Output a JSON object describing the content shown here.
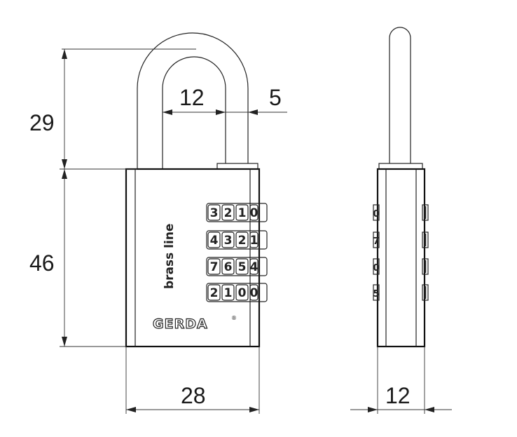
{
  "dimensions": {
    "shackle_height": "29",
    "body_height": "46",
    "body_width": "28",
    "shackle_inner_width": "12",
    "shackle_diameter": "5",
    "side_thickness": "12"
  },
  "lock": {
    "product_line": "brass line",
    "brand": "GERDA",
    "brand_mark": "®",
    "dial_rows": [
      [
        "3",
        "2",
        "1",
        "0"
      ],
      [
        "4",
        "3",
        "2",
        "1"
      ],
      [
        "7",
        "6",
        "5",
        "4"
      ],
      [
        "2",
        "1",
        "0",
        "0"
      ]
    ],
    "side_dial_digits": [
      "0",
      "7",
      "0",
      "5"
    ]
  }
}
